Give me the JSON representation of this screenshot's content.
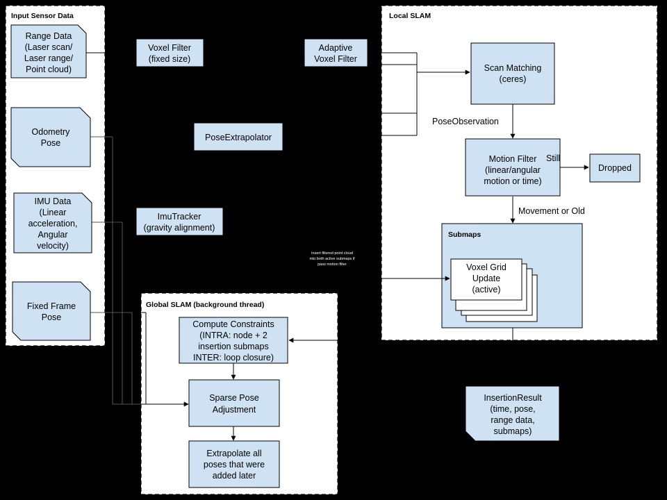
{
  "panels": {
    "input": "Input Sensor Data",
    "local": "Local SLAM",
    "global": "Global SLAM (background thread)",
    "submaps": "Submaps"
  },
  "nodes": {
    "range_data": [
      "Range Data",
      "(Laser scan/",
      "Laser range/",
      "Point cloud)"
    ],
    "odometry": [
      "Odometry",
      "Pose"
    ],
    "imu": [
      "IMU Data",
      "(Linear",
      "acceleration,",
      "Angular",
      "velocity)"
    ],
    "fixed_frame": [
      "Fixed Frame",
      "Pose"
    ],
    "voxel_filter": [
      "Voxel Filter",
      "(fixed size)"
    ],
    "adaptive_voxel": [
      "Adaptive",
      "Voxel Filter"
    ],
    "pose_extrapolator": [
      "PoseExtrapolator"
    ],
    "imu_tracker": [
      "ImuTracker",
      "(gravity alignment)"
    ],
    "scan_matching": [
      "Scan Matching",
      "(ceres)"
    ],
    "motion_filter": [
      "Motion Filter",
      "(linear/angular",
      "motion or time)"
    ],
    "dropped": [
      "Dropped"
    ],
    "voxel_grid": [
      "Voxel Grid",
      "Update",
      "(active)"
    ],
    "compute_constraints": [
      "Compute Constraints",
      "(INTRA: node + 2",
      "insertion submaps",
      "INTER: loop closure)"
    ],
    "sparse_pose": [
      "Sparse Pose",
      "Adjustment"
    ],
    "extrapolate": [
      "Extrapolate all",
      "poses that were",
      "added later"
    ],
    "insertion_result": [
      "InsertionResult",
      "(time, pose,",
      "range data,",
      "submaps)"
    ]
  },
  "edge_labels": {
    "pose_observation": "PoseObservation",
    "still": "Still",
    "movement": "Movement or Old",
    "insert_note": [
      "Insert filtered point cloud",
      "into both active submaps if",
      "pass motion filter"
    ]
  }
}
